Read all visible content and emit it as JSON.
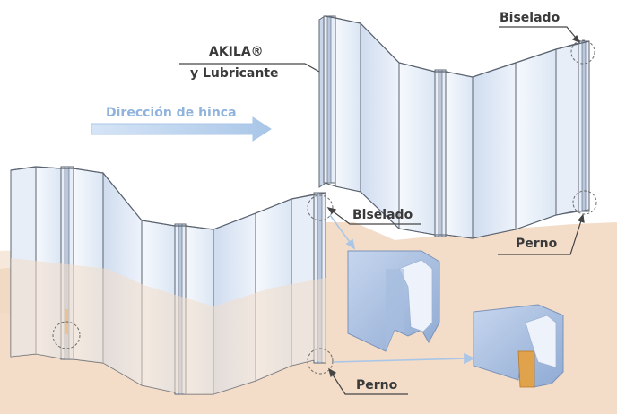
{
  "labels": {
    "akila_line1": "AKILA®",
    "akila_line2": "y Lubricante",
    "direccion": "Dirección de hinca",
    "biselado_top": "Biselado",
    "biselado_mid": "Biselado",
    "perno_right": "Perno",
    "perno_bottom": "Perno"
  },
  "colors": {
    "ground": "#f3dcc8",
    "panel_light": "#eef3fb",
    "panel_mid": "#dfe8f5",
    "panel_dark": "#c9d6ea",
    "outline": "#5b6470",
    "arrow": "#a9c6e8",
    "pin": "#e0a24a"
  }
}
